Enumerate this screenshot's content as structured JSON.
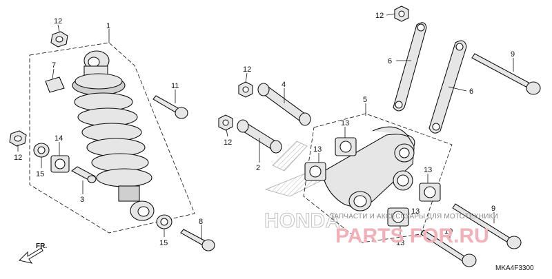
{
  "diagram": {
    "callouts": {
      "c1": "1",
      "c2": "2",
      "c3": "3",
      "c4": "4",
      "c5": "5",
      "c6a": "6",
      "c6b": "6",
      "c7": "7",
      "c8": "8",
      "c9a": "9",
      "c9b": "9",
      "c10": "10",
      "c11": "11",
      "c12a": "12",
      "c12b": "12",
      "c12c": "12",
      "c12d": "12",
      "c12e": "12",
      "c13a": "13",
      "c13b": "13",
      "c13c": "13",
      "c13d": "13",
      "c13e": "13",
      "c14": "14",
      "c15a": "15",
      "c15b": "15"
    },
    "front_label": "FR.",
    "diagram_code": "MKA4F3300",
    "brand_outline": "HONDA"
  },
  "watermark": {
    "logo_text": "PARTS FOR.RU",
    "tagline": "ЗАПЧАСТИ И АКСЕССУАРЫ ДЛЯ МОТОТЕХНИКИ"
  },
  "colors": {
    "line": "#111111",
    "part_fill": "#e6e6e6",
    "watermark_pink": "#f2b0b8"
  }
}
